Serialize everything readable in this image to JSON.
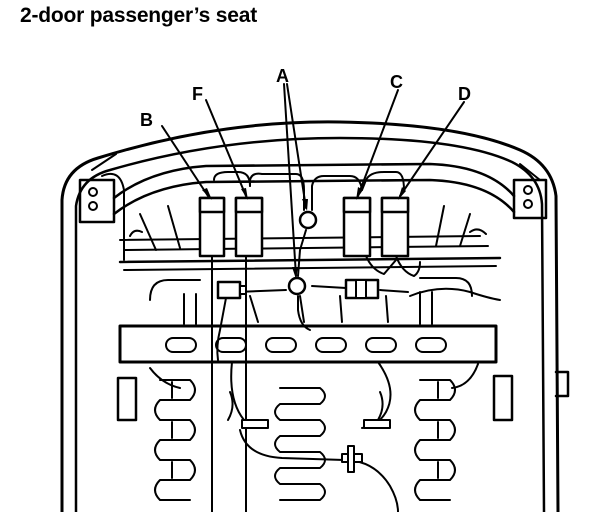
{
  "title": "2-door passenger’s seat",
  "callouts": {
    "a": "A",
    "b": "B",
    "c": "C",
    "d": "D",
    "f": "F"
  }
}
